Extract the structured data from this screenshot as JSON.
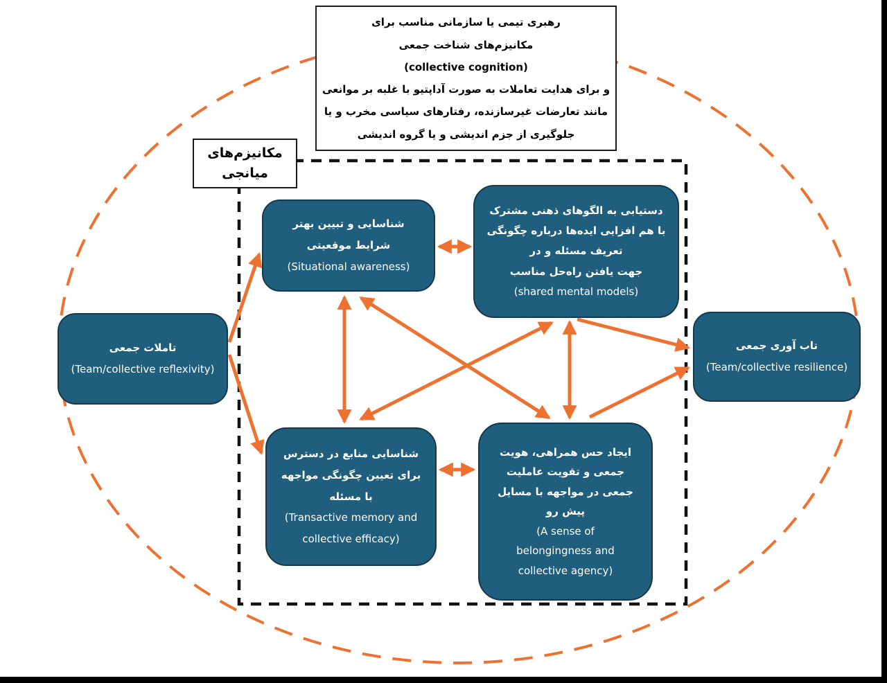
{
  "colors": {
    "accent_orange": "#ED7232",
    "node_teal": "#1F5E7D",
    "node_border": "#16384A",
    "node_text": "#FFFFFF",
    "frame_black": "#000000"
  },
  "leadership_note": {
    "lines": [
      "رهبری تیمی یا سازمانی مناسب برای",
      "مکانیزم‌های شناخت جمعی",
      "(collective cognition)",
      "و برای هدایت تعاملات به صورت آداپتیو با غلبه بر موانعی",
      "مانند تعارضات غیرسازنده، رفتارهای سیاسی مخرب و یا",
      "جلوگیری از جزم اندیشی و یا گروه اندیشی"
    ]
  },
  "mediating_label": {
    "lines": [
      "مکانیزم‌های",
      "میانجی"
    ]
  },
  "nodes": {
    "situational_awareness": {
      "lines": [
        "شناسایی و تبیین بهتر",
        "شرایط موقعیتی",
        "(Situational awareness)"
      ]
    },
    "shared_mental_models": {
      "lines": [
        "دستیابی به الگوهای ذهنی مشترک",
        "با هم افزایی ایده‌ها درباره چگونگی",
        "تعریف مسئله و در",
        "جهت یافتن راه‌حل مناسب",
        "(shared mental models)"
      ]
    },
    "collective_reflexivity": {
      "lines": [
        "تاملات جمعی",
        "(Team/collective reflexivity)"
      ]
    },
    "collective_resilience": {
      "lines": [
        "تاب آوری جمعی",
        "(Team/collective resilience)"
      ]
    },
    "transactive_memory": {
      "lines": [
        "شناسایی منابع در دسترس",
        "برای تعیین چگونگی مواجهه",
        "با مسئله",
        "(Transactive memory and",
        "collective efficacy)"
      ]
    },
    "belongingness_agency": {
      "lines": [
        "ایجاد حس همراهی، هویت",
        "جمعی و تقویت عاملیت",
        "جمعی در مواجهه با مسایل",
        "پیش رو",
        "(A sense of",
        "belongingness and",
        "collective agency)"
      ]
    }
  }
}
